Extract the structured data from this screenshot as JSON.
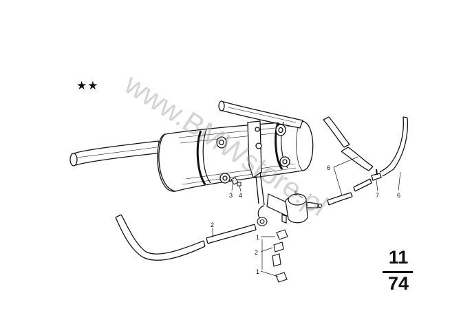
{
  "diagram": {
    "marker": "★★",
    "group": {
      "top": "11",
      "bottom": "74"
    },
    "watermark": "www.BMWstore.pl",
    "callouts": {
      "c1a": "1",
      "c1b": "1",
      "c2a": "2",
      "c2b": "2",
      "c3": "3",
      "c4": "4",
      "c5": "5",
      "c6a": "6",
      "c6b": "6",
      "c7": "7"
    }
  }
}
